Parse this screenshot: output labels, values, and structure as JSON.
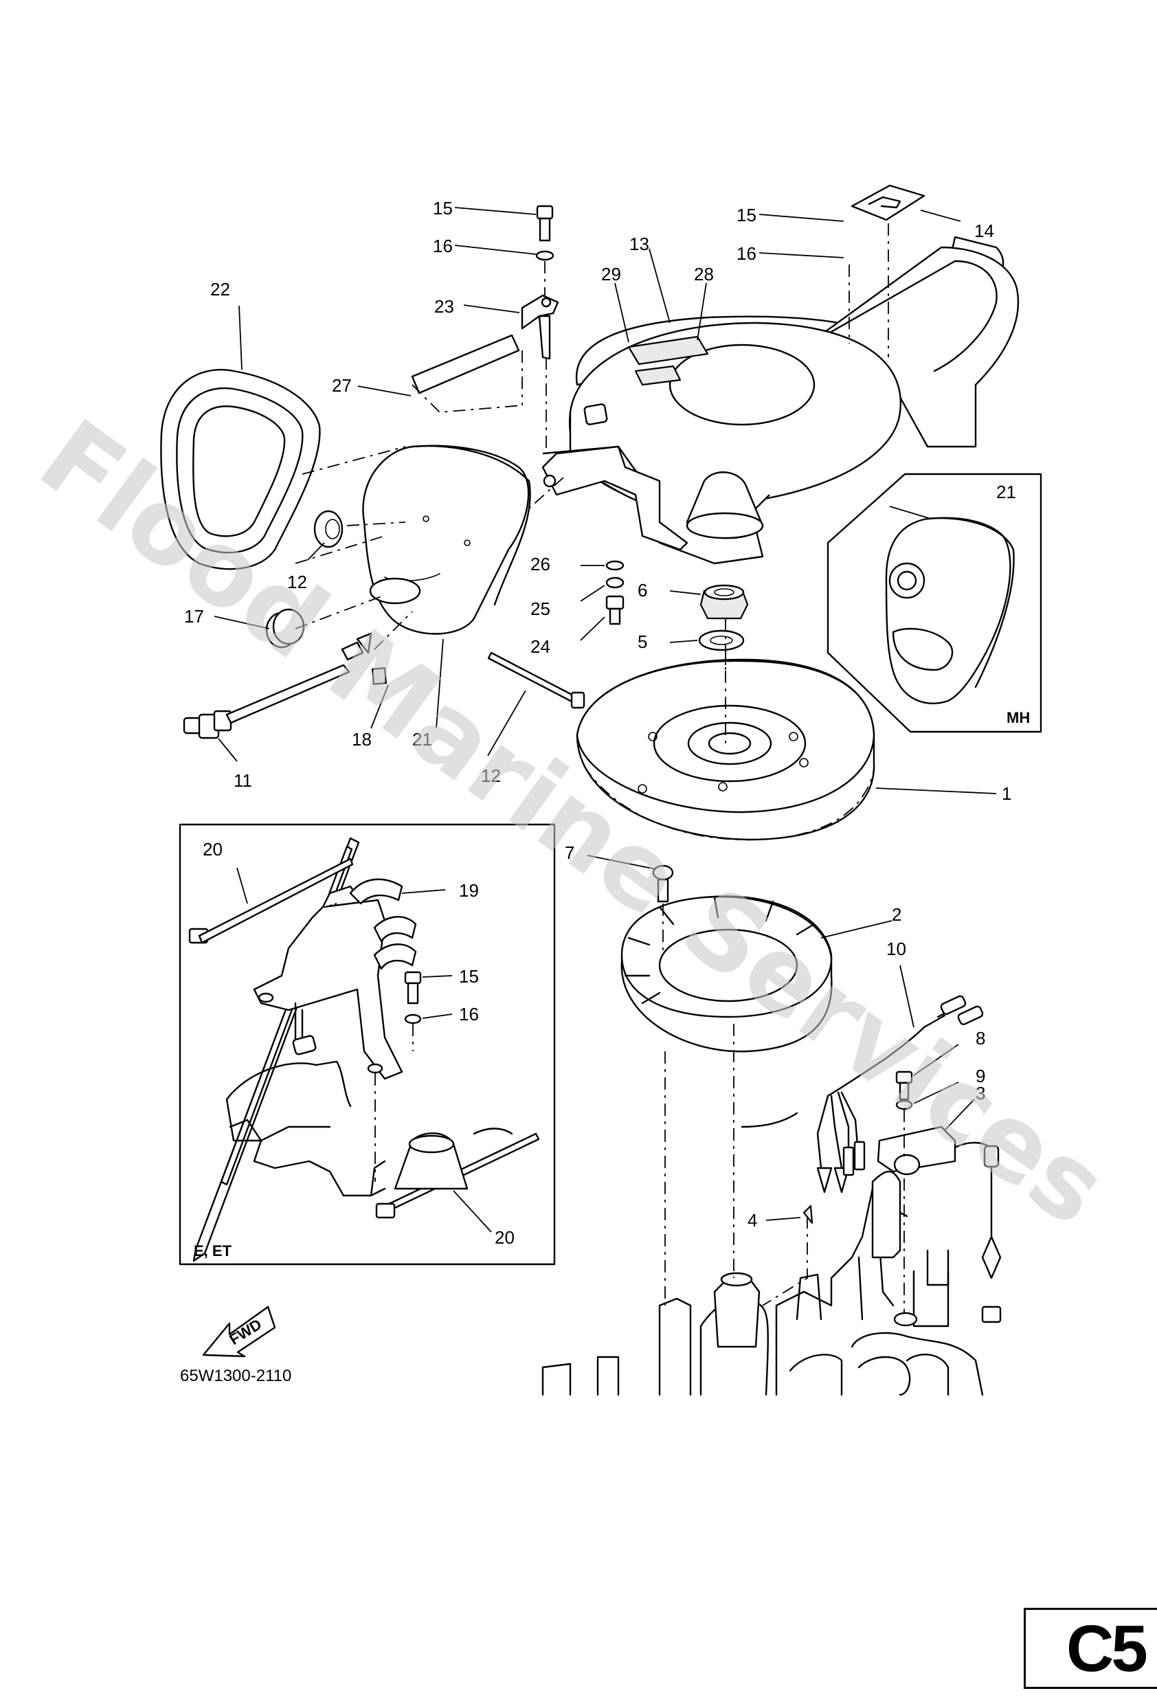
{
  "watermark": "Flood Marine Services",
  "diagram_number": "65W1300-2110",
  "page_code": "C5",
  "direction_arrow": "FWD",
  "inset_labels": {
    "mh": "MH",
    "e_et": "E, ET"
  },
  "callouts": {
    "c1": "1",
    "c2": "2",
    "c3": "3",
    "c4": "4",
    "c5": "5",
    "c6": "6",
    "c7": "7",
    "c8": "8",
    "c9": "9",
    "c10": "10",
    "c11": "11",
    "c12a": "12",
    "c12b": "12",
    "c13": "13",
    "c14": "14",
    "c15a": "15",
    "c15b": "15",
    "c15c": "15",
    "c16a": "16",
    "c16b": "16",
    "c16c": "16",
    "c17": "17",
    "c18": "18",
    "c19": "19",
    "c20a": "20",
    "c20b": "20",
    "c21a": "21",
    "c21b": "21",
    "c22": "22",
    "c23": "23",
    "c24": "24",
    "c25": "25",
    "c26": "26",
    "c27": "27",
    "c28": "28",
    "c29": "29"
  }
}
